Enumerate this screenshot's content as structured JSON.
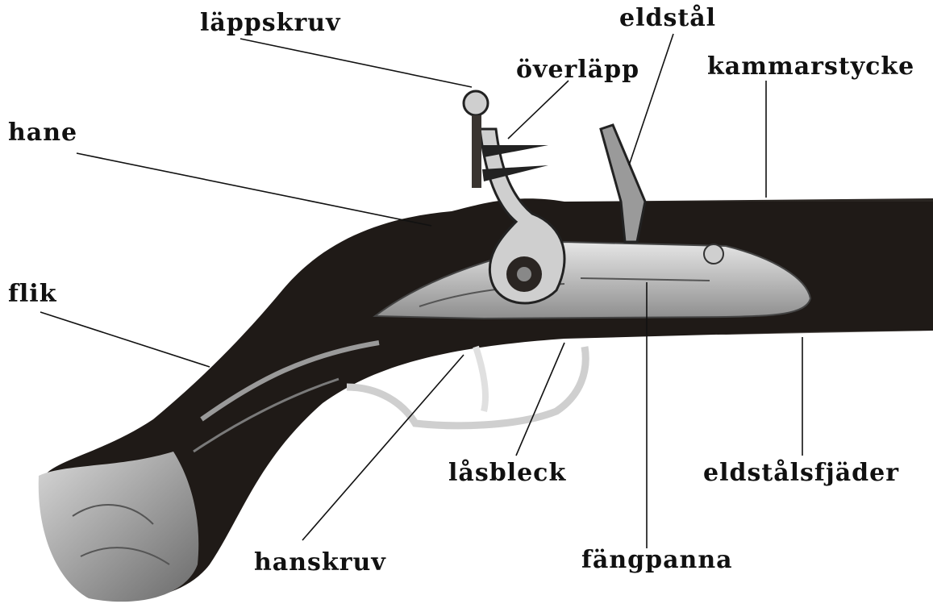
{
  "labels": {
    "lappskruv": "läppskruv",
    "eldstal": "eldstål",
    "overlapp": "överläpp",
    "kammarstycke": "kammarstycke",
    "hane": "hane",
    "flik": "flik",
    "lasbleck": "låsbleck",
    "eldstalsfjader": "eldstålsfjäder",
    "hanskruv": "hanskruv",
    "fangpanna": "fängpanna"
  },
  "colors": {
    "background": "#ffffff",
    "ink": "#111111",
    "wood": "#1f1a17",
    "metal": "#bdbdbd"
  }
}
